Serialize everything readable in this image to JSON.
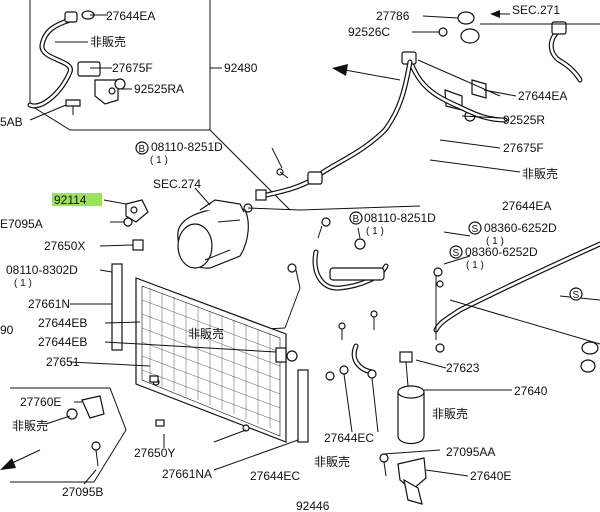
{
  "labels": {
    "l_27644EA_top": "27644EA",
    "l_hanbai_top": "非販売",
    "l_27675F_top": "27675F",
    "l_92525RA": "92525RA",
    "l_92480": "92480",
    "l_5AB": "5AB",
    "l_27786": "27786",
    "l_sec271": "SEC.271",
    "l_92526C": "92526C",
    "l_27644EA_right": "27644EA",
    "l_92525R": "92525R",
    "l_27675F_right": "27675F",
    "l_hanbai_right": "非販売",
    "l_27644EA_mid": "27644EA",
    "l_B08110_8251D_1": "08110-8251D",
    "l_B08110_8251D_1_q": "( 1 )",
    "l_sec274": "SEC.274",
    "l_92114": "92114",
    "l_E7095A": "E7095A",
    "l_27650X": "27650X",
    "l_B08110_8251D_2": "08110-8251D",
    "l_B08110_8251D_2_q": "( 1 )",
    "l_S08360_6252D_1": "08360-6252D",
    "l_S08360_6252D_1_q": "( 1 )",
    "l_S08360_6252D_2": "08360-6252D",
    "l_S08360_6252D_2_q": "( 1 )",
    "l_08110_8302D": "08110-8302D",
    "l_08110_8302D_q": "( 1 )",
    "l_27661N": "27661N",
    "l_90": "90",
    "l_27644EB_1": "27644EB",
    "l_27644EB_2": "27644EB",
    "l_hanbai_mid": "非販売",
    "l_27651": "27651",
    "l_27623": "27623",
    "l_27640": "27640",
    "l_27760E": "27760E",
    "l_hanbai_left": "非販売",
    "l_hanbai_rec": "非販売",
    "l_27644EC_1": "27644EC",
    "l_27650Y": "27650Y",
    "l_27661NA": "27661NA",
    "l_hanbai_bottom": "非販売",
    "l_27644EC_2": "27644EC",
    "l_27095AA": "27095AA",
    "l_27640E": "27640E",
    "l_27095B": "27095B",
    "l_92446": "92446",
    "circ_B1": "B",
    "circ_B2": "B",
    "circ_S1": "S",
    "circ_S2": "S",
    "circ_S3": "S"
  }
}
